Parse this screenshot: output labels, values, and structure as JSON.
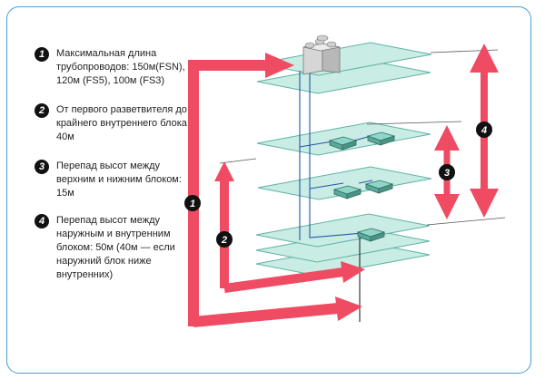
{
  "legend": [
    {
      "num": "1",
      "text": "Максимальная длина трубопроводов: 150м(FSN), 120м (FS5), 100м (FS3)"
    },
    {
      "num": "2",
      "text": "От первого разветвителя до крайнего внутреннего блока: 40м"
    },
    {
      "num": "3",
      "text": "Перепад высот между верхним и нижним блоком: 15м"
    },
    {
      "num": "4",
      "text": "Перепад высот между наружным и внутренним блоком: 50м (40м — если наружний блок ниже внутренних)"
    }
  ],
  "badges": {
    "b1": "1",
    "b2": "2",
    "b3": "3",
    "b4": "4"
  },
  "colors": {
    "arrow": "#ef4b63",
    "plate": "#c9ece4",
    "plate_stroke": "#5fb3a5",
    "pipe": "#2255aa",
    "frame": "#4a9fd4"
  }
}
